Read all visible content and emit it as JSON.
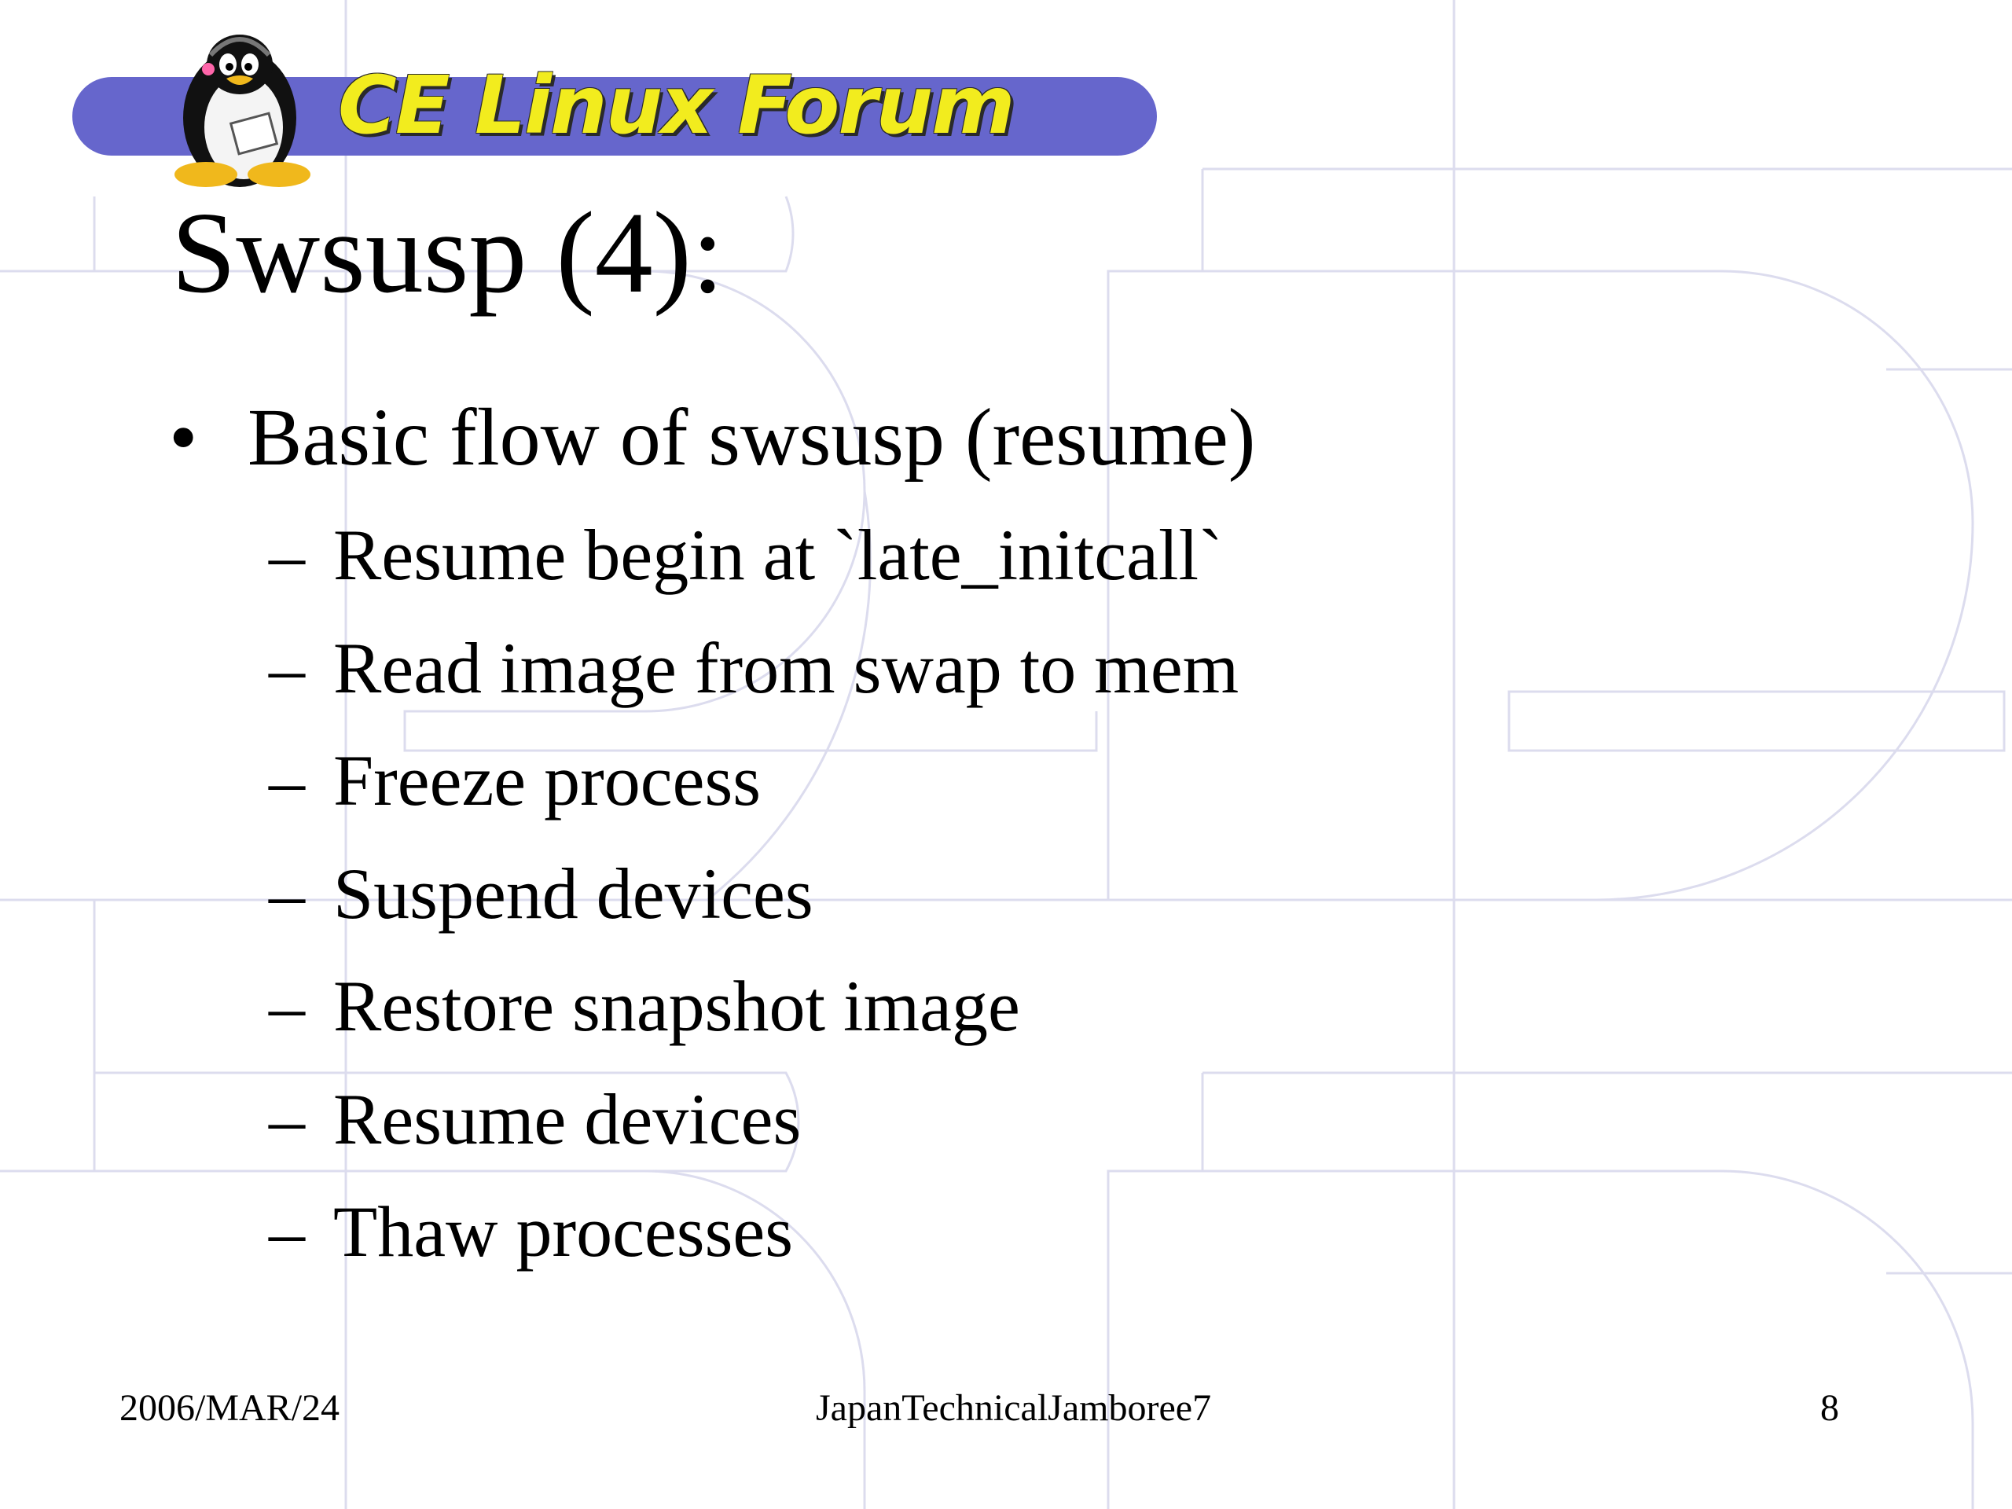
{
  "banner": {
    "text": "CE Linux Forum",
    "bar_color": "#6666cc",
    "text_color": "#f2ec1e",
    "logo_icon": "tux-penguin-icon"
  },
  "slide": {
    "title": "Swsusp (4):",
    "bullet_symbol": "•",
    "bullet": "Basic flow of swsusp (resume)",
    "sub_symbol": "–",
    "sub_items": [
      "Resume begin at `late_initcall`",
      "Read image from swap to mem",
      "Freeze process",
      "Suspend devices",
      "Restore snapshot image",
      "Resume devices",
      "Thaw processes"
    ]
  },
  "footer": {
    "date": "2006/MAR/24",
    "event": "JapanTechnicalJamboree7",
    "page_number": "8"
  },
  "colors": {
    "background": "#ffffff",
    "watermark_lines": "#dcdcee",
    "text": "#000000"
  }
}
